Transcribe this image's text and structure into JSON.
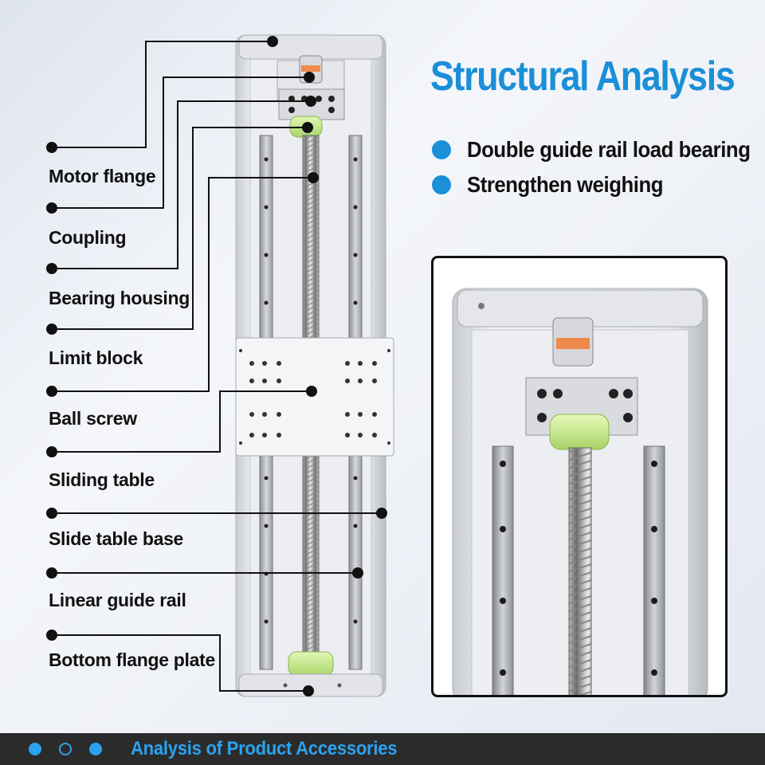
{
  "title": "Structural Analysis",
  "features": [
    "Double guide rail load bearing",
    "Strengthen weighing"
  ],
  "components": [
    "Motor flange",
    "Coupling",
    "Bearing housing",
    "Limit block",
    "Ball screw",
    "Sliding table",
    "Slide table base",
    "Linear guide rail",
    "Bottom flange plate"
  ],
  "footer": {
    "text": "Analysis of Product Accessories",
    "indicator_dots": [
      "filled",
      "hollow",
      "filled"
    ]
  },
  "colors": {
    "accent": "#1b8fd8",
    "footer_bg": "#2b2b2b",
    "label_text": "#111111",
    "bushing": "#c8f08a"
  },
  "icons": {
    "feature_bullet": "circle-bullet-icon",
    "callout_marker": "dot-marker-icon"
  }
}
